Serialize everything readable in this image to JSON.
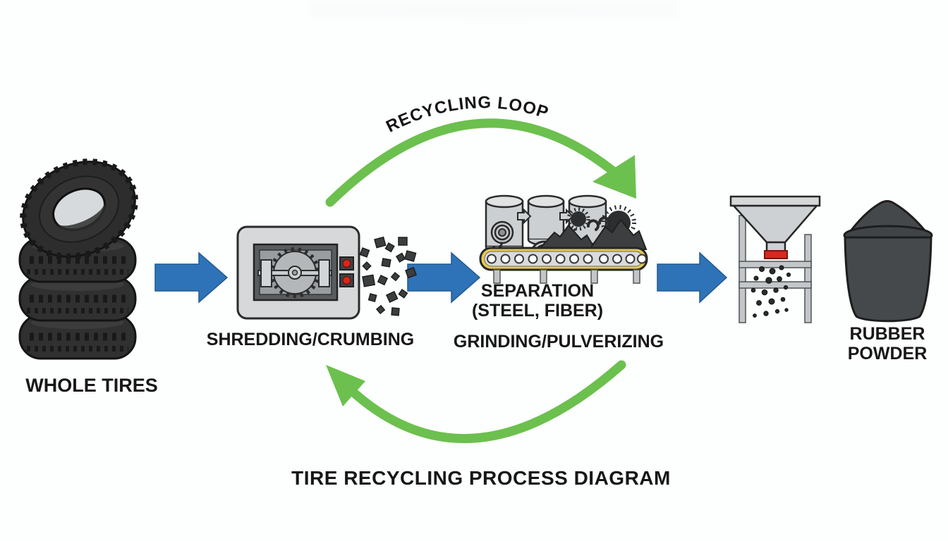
{
  "title": "TIRE RECYCLING PROCESS DIAGRAM",
  "loop": {
    "label": "RECYCLING LOOP"
  },
  "stages": [
    {
      "id": "whole-tires",
      "label": "WHOLE TIRES"
    },
    {
      "id": "shredding",
      "label": "SHREDDING/CRUMBING"
    },
    {
      "id": "separation",
      "label": "SEPARATION",
      "sublabel": "(STEEL, FIBER)"
    },
    {
      "id": "grinding",
      "label": "GRINDING/PULVERIZING"
    },
    {
      "id": "rubber-powder",
      "label": "RUBBER",
      "label2": "POWDER"
    }
  ],
  "icons": [
    "tire-stack-icon",
    "shredder-machine-icon",
    "conveyor-separator-icon",
    "hopper-grinder-icon",
    "rubber-powder-bin-icon",
    "flow-arrow-icon",
    "recycling-loop-arrow-icon"
  ],
  "colors": {
    "background": "#fdfefe",
    "flow_arrow_blue": "#2e73b8",
    "loop_green": "#6cc04e",
    "machine_body_gray": "#d6d8da",
    "belt_yellow": "#e7c94f",
    "indicator_red": "#d8261a",
    "tire_dark": "#303030",
    "text_dark": "#171717"
  }
}
